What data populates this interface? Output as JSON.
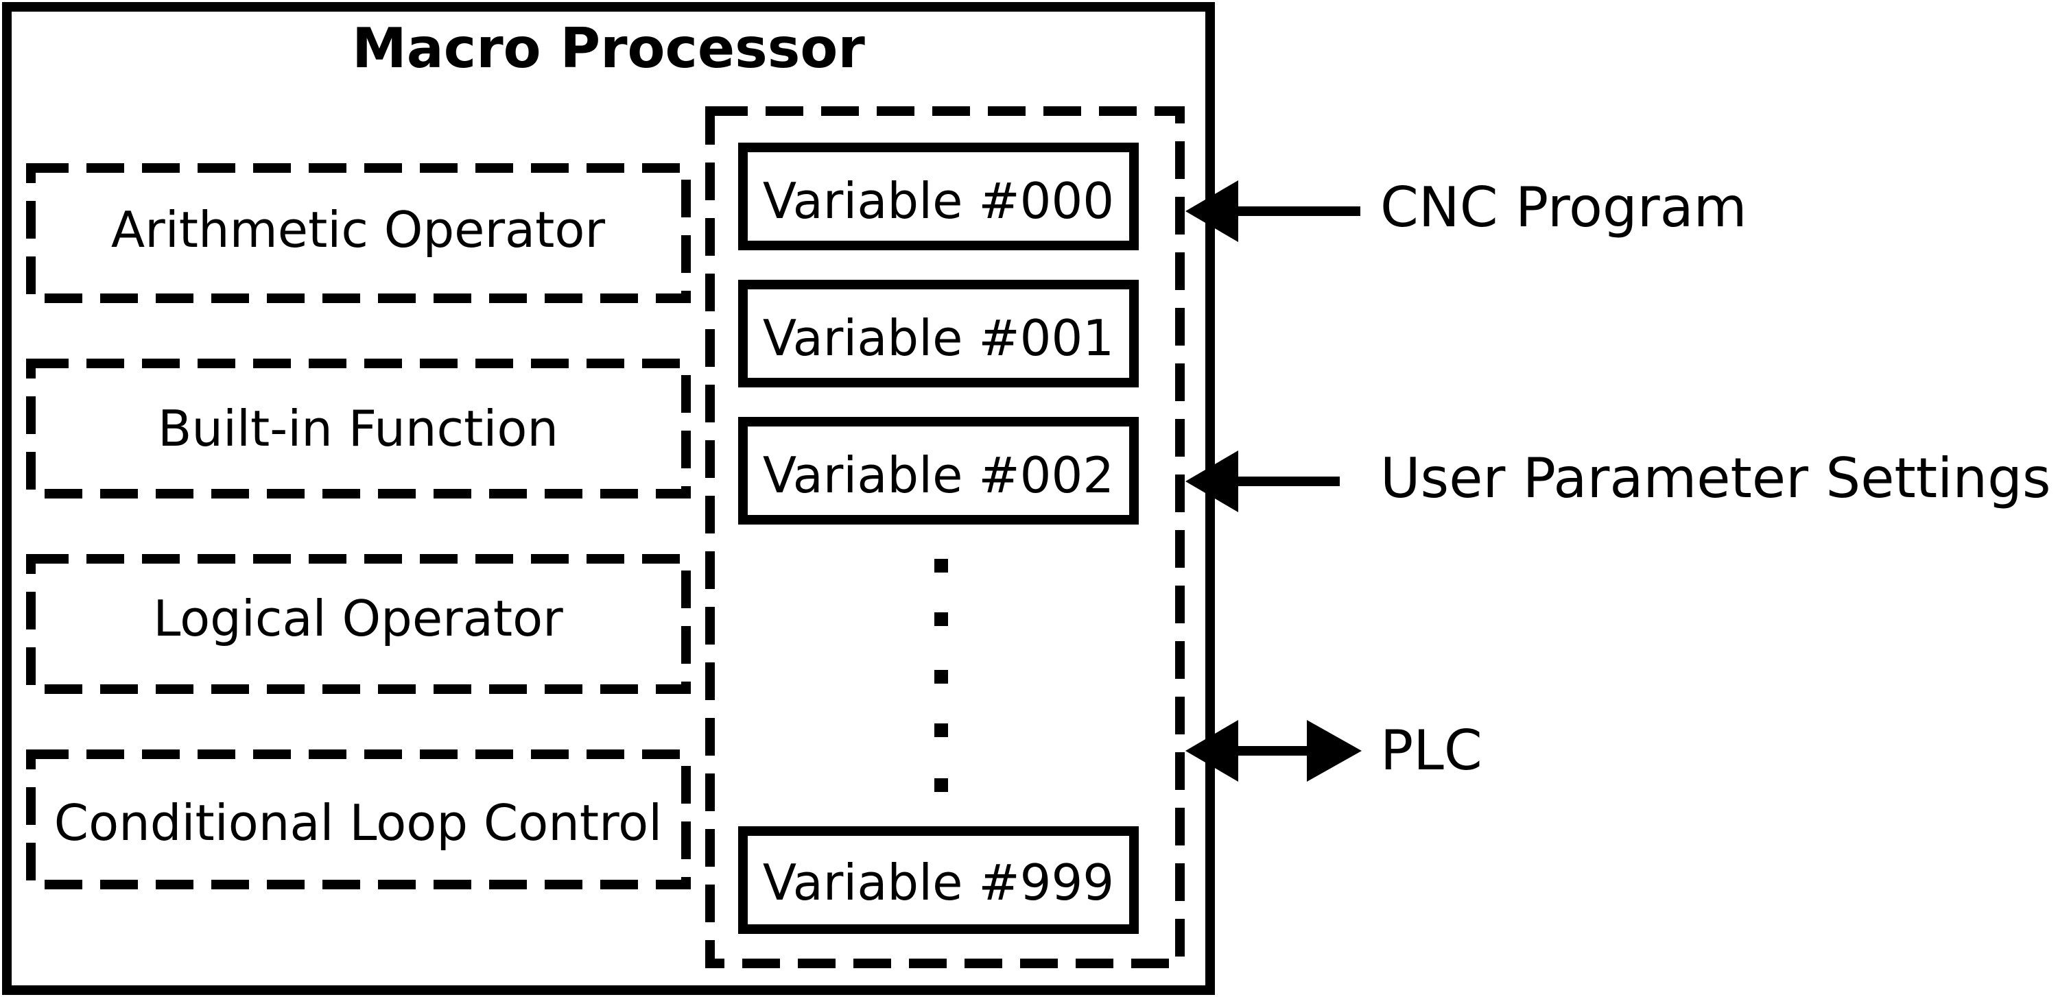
{
  "title": "Macro Processor",
  "function_blocks": [
    {
      "label": "Arithmetic Operator"
    },
    {
      "label": "Built-in Function"
    },
    {
      "label": "Logical Operator"
    },
    {
      "label": "Conditional Loop Control"
    }
  ],
  "variables": [
    {
      "label": "Variable #000"
    },
    {
      "label": "Variable #001"
    },
    {
      "label": "Variable #002"
    },
    {
      "label": "Variable #999"
    }
  ],
  "external_sources": [
    {
      "label": "CNC Program",
      "direction": "input"
    },
    {
      "label": "User Parameter Settings",
      "direction": "input"
    },
    {
      "label": "PLC",
      "direction": "bidirectional"
    }
  ],
  "colors": {
    "stroke": "#000000",
    "background": "#ffffff"
  }
}
